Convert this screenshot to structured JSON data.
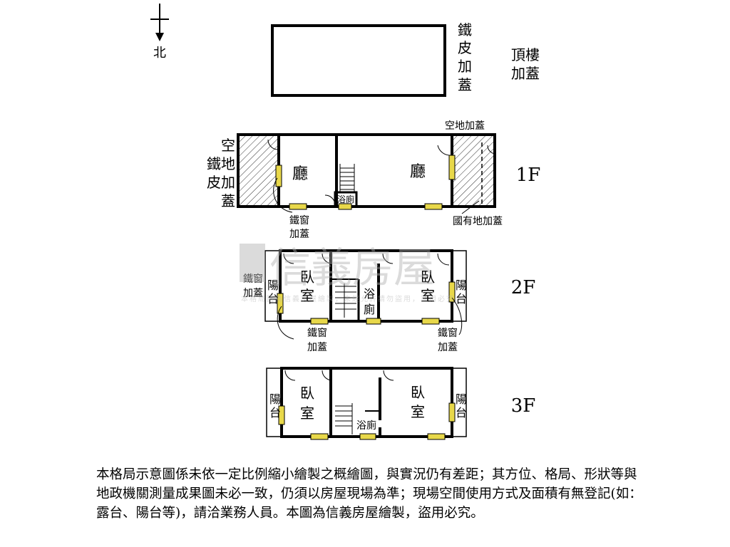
{
  "compass": {
    "north": "北"
  },
  "roof": {
    "side_label": [
      "鐵",
      "皮",
      "加",
      "蓋"
    ],
    "level_label": [
      "頂樓",
      "加蓋"
    ]
  },
  "floor1": {
    "level": "1F",
    "left_annex": [
      "空",
      "鐵地",
      "皮加",
      "蓋"
    ],
    "right_annex_top": "空地加蓋",
    "room_left": "廳",
    "room_right": "廳",
    "bath": "浴廁",
    "window_note": [
      "鐵窗",
      "加蓋"
    ],
    "state_land": "國有地加蓋"
  },
  "floor2": {
    "level": "2F",
    "window_left": [
      "鐵窗",
      "加蓋"
    ],
    "balcony_left": [
      "陽",
      "台"
    ],
    "room_left": [
      "臥",
      "室"
    ],
    "bath": [
      "浴",
      "廁"
    ],
    "room_right": [
      "臥",
      "室"
    ],
    "balcony_right": [
      "陽",
      "台"
    ],
    "window_note_left": [
      "鐵窗",
      "加蓋"
    ],
    "window_note_right": [
      "鐵窗",
      "加蓋"
    ]
  },
  "floor3": {
    "level": "3F",
    "balcony_left": [
      "陽",
      "台"
    ],
    "room_left": [
      "臥",
      "室"
    ],
    "bath": "浴廁",
    "room_right": [
      "臥",
      "室"
    ],
    "balcony_right": [
      "陽",
      "台"
    ]
  },
  "watermark": {
    "brand": "信義房屋",
    "small": "本格局圖為信義房屋繪製，未經允許請勿盜用，盜用必究"
  },
  "colors": {
    "window": "#e8d84a",
    "watermark": "#b0b0b0"
  },
  "disclaimer": "本格局示意圖係未依一定比例縮小繪製之概繪圖，與實況仍有差距；其方位、格局、形狀等與地政機關測量成果圖未必一致，仍須以房屋現場為準；現場空間使用方式及面積有無登記(如：露台、陽台等)，請洽業務人員。本圖為信義房屋繪製，盜用必究。"
}
